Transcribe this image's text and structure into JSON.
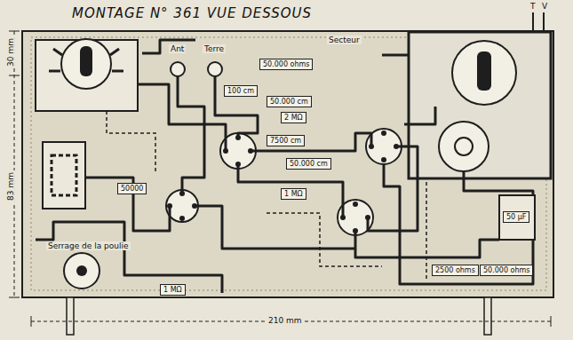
{
  "diagram": {
    "title": "MONTAGE N° 361 VUE DESSOUS",
    "nodes": [
      {
        "text": [
          "100 cm"
        ]
      },
      {
        "text": [
          "50.000 ohms"
        ]
      },
      {
        "text": [
          "50.000 cm"
        ]
      },
      {
        "text": [
          "2 MΩ"
        ]
      },
      {
        "text": [
          "7500 cm"
        ]
      },
      {
        "text": [
          "50.000 cm"
        ]
      },
      {
        "text": [
          "50000"
        ]
      },
      {
        "text": [
          "1 MΩ"
        ]
      },
      {
        "text": [
          "50 µF"
        ]
      },
      {
        "text": [
          "2500 ohms"
        ]
      },
      {
        "text": [
          "50.000 ohms"
        ]
      },
      {
        "text": [
          "1 MΩ"
        ]
      }
    ],
    "labels": [
      "Ant",
      "Terre",
      "Secteur",
      "30 mm",
      "83 mm",
      "210 mm",
      "T",
      "V",
      "Serrage de la poulie"
    ]
  }
}
